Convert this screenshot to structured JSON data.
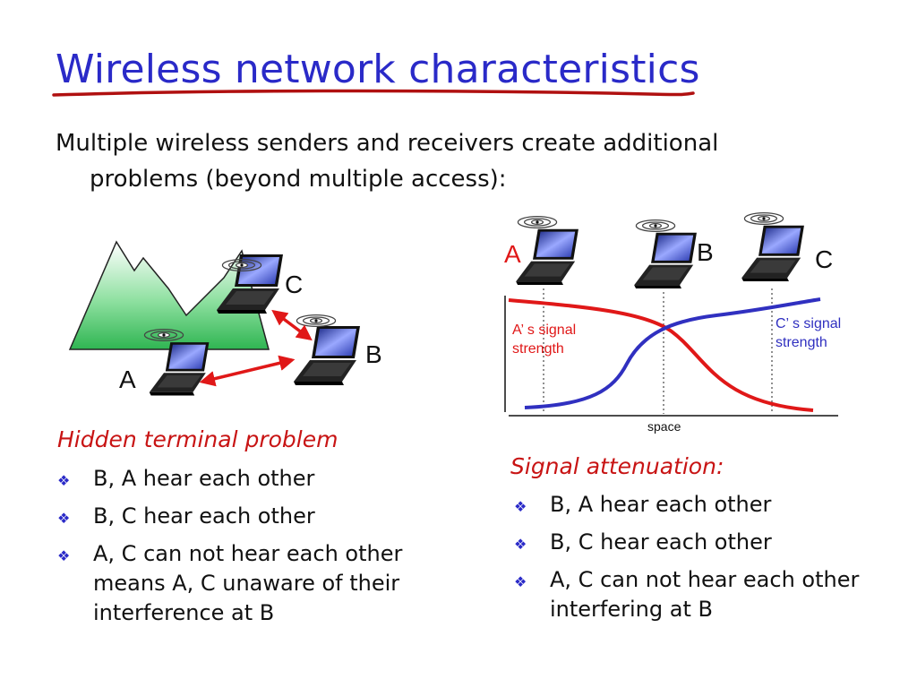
{
  "title": "Wireless network characteristics",
  "intro": {
    "line1": "Multiple wireless senders and receivers create additional",
    "line2": "problems (beyond multiple access):"
  },
  "left": {
    "heading": "Hidden terminal problem",
    "node_a": "A",
    "node_b": "B",
    "node_c": "C",
    "bullets": [
      "B, A hear each other",
      "B, C hear each other",
      "A, C can not hear each other means A, C unaware of their interference at B"
    ]
  },
  "right": {
    "heading": "Signal attenuation:",
    "node_a": "A",
    "node_b": "B",
    "node_c": "C",
    "a_signal": "A’ s signal strength",
    "c_signal": "C’ s signal strength",
    "xlabel": "space",
    "bullets": [
      "B, A hear each other",
      "B, C hear each other",
      "A, C can not hear each other interfering at B"
    ]
  },
  "colors": {
    "title": "#2a2ac8",
    "heading": "#c81414",
    "a_curve": "#e01818",
    "c_curve": "#3030c0",
    "mountain": "#40c060",
    "arrow": "#e01818"
  },
  "icons": {
    "bullet": "diamond-bullet-icon",
    "laptop": "laptop-icon",
    "antenna": "wireless-signal-icon"
  }
}
